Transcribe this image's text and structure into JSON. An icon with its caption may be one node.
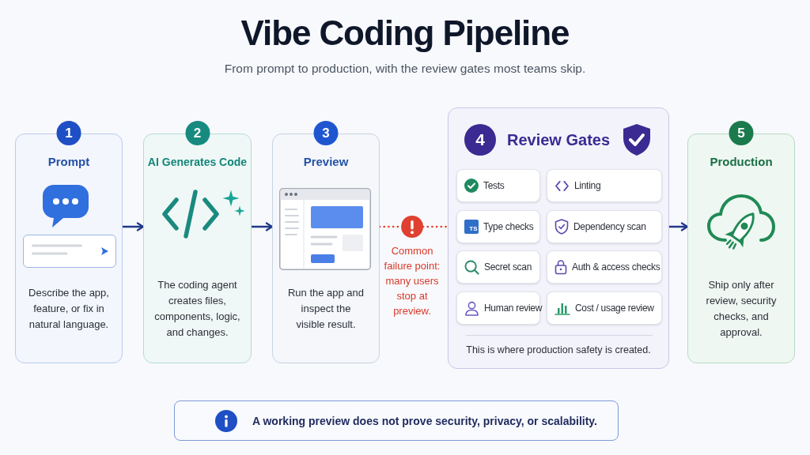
{
  "diagram": {
    "title": "Vibe Coding Pipeline",
    "nodes": [
      {
        "text": [
          "1",
          "Prompt",
          "Describe the app, feature, or fix in natural language."
        ]
      },
      {
        "text": [
          "2",
          "AI Generates Code",
          "The coding agent creates files, components, logic, and changes."
        ]
      },
      {
        "text": [
          "3",
          "Preview",
          "Run the app and inspect the visible result."
        ]
      },
      {
        "text": [],
        "shape": "circle",
        "beside": [
          "Common failure point: many users stop at preview."
        ]
      },
      {
        "text": [
          "4",
          "Review Gates",
          "This is where production safety is created."
        ]
      },
      {
        "text": [
          "Tests"
        ],
        "in": 4
      },
      {
        "text": [
          "Linting"
        ],
        "in": 4
      },
      {
        "text": [
          "TS",
          "Type checks"
        ],
        "in": 4
      },
      {
        "text": [
          "Dependency scan"
        ],
        "in": 4
      },
      {
        "text": [
          "Secret scan"
        ],
        "in": 4
      },
      {
        "text": [
          "Auth & access checks"
        ],
        "in": 4
      },
      {
        "text": [
          "Human review"
        ],
        "in": 4
      },
      {
        "text": [
          "Cost / usage review"
        ],
        "in": 4
      },
      {
        "text": [
          "5",
          "Production",
          "Ship only after review, security checks, and approval."
        ]
      },
      {
        "text": [
          "A working preview does not prove security, privacy, or scalability."
        ]
      }
    ],
    "edges": [
      {
        "from": 0,
        "to": 1,
        "arrow": "to"
      },
      {
        "from": 1,
        "to": 2,
        "arrow": "to"
      },
      {
        "from": 2,
        "to": 3,
        "arrow": "none",
        "style": "dashed",
        "color": "#e0402f"
      },
      {
        "from": 3,
        "to": 4,
        "arrow": "none",
        "style": "dashed",
        "color": "#e0402f"
      },
      {
        "from": 4,
        "to": 13,
        "arrow": "to"
      }
    ],
    "labels": [
      "From prompt to production, with the review gates most teams skip."
    ]
  }
}
